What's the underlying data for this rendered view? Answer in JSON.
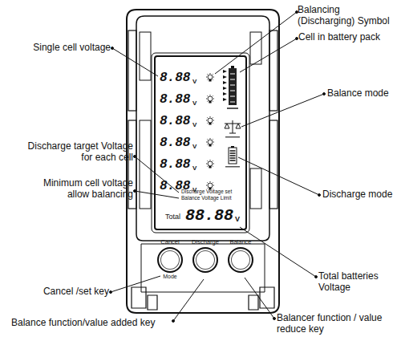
{
  "diagram": {
    "nodes": [
      {
        "text": [
          "Cancel",
          "Mode"
        ]
      },
      {
        "text": [
          "Discharge"
        ]
      },
      {
        "text": [
          "Balance"
        ]
      }
    ],
    "labels": [
      "Balancing (Discharging) Symbol",
      "Cell in battery pack",
      "Single cell voltage",
      "Balance mode",
      "Discharge target Voltage for each cell",
      "Minimum cell voltage allow balancing",
      "Discharge mode",
      "Total batteries Voltage",
      "Cancel /set key",
      "Balance function/value added key",
      "Balancer function / value reduce key",
      "8.88",
      "V",
      "8.88",
      "V",
      "8.88",
      "V",
      "8.88",
      "V",
      "8.88",
      "V",
      "8.88",
      "V",
      "Discharge Voltage set",
      "Balance Voltage Limit",
      "Total",
      "88.88",
      "V"
    ]
  }
}
